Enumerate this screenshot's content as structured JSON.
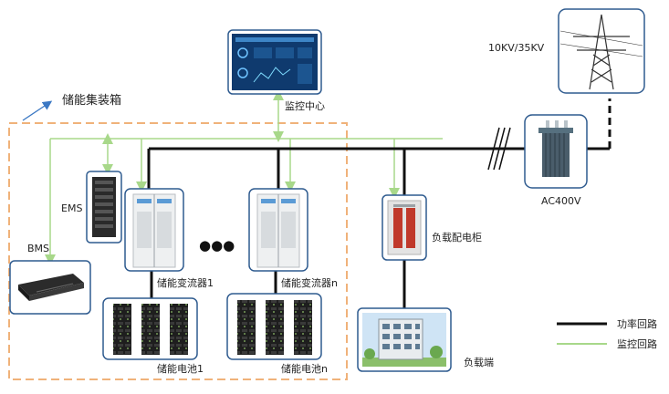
{
  "container_title": "储能集装箱",
  "monitor_center": "监控中心",
  "grid_voltage": "10KV/35KV",
  "transformer": "AC400V",
  "ems": "EMS",
  "bms": "BMS",
  "pcs1": "储能变流器1",
  "pcsn": "储能变流器n",
  "battery1": "储能电池1",
  "batteryn": "储能电池n",
  "load_cabinet": "负载配电柜",
  "load_end": "负载端",
  "ellipsis": "●●●",
  "legend": {
    "power": "功率回路",
    "monitor": "监控回路"
  },
  "colors": {
    "power_line": "#111111",
    "monitor_line": "#a8d88a",
    "container_border": "#f0b27a",
    "device_frame": "#2f5b8f",
    "arrow": "#3b78c4"
  }
}
